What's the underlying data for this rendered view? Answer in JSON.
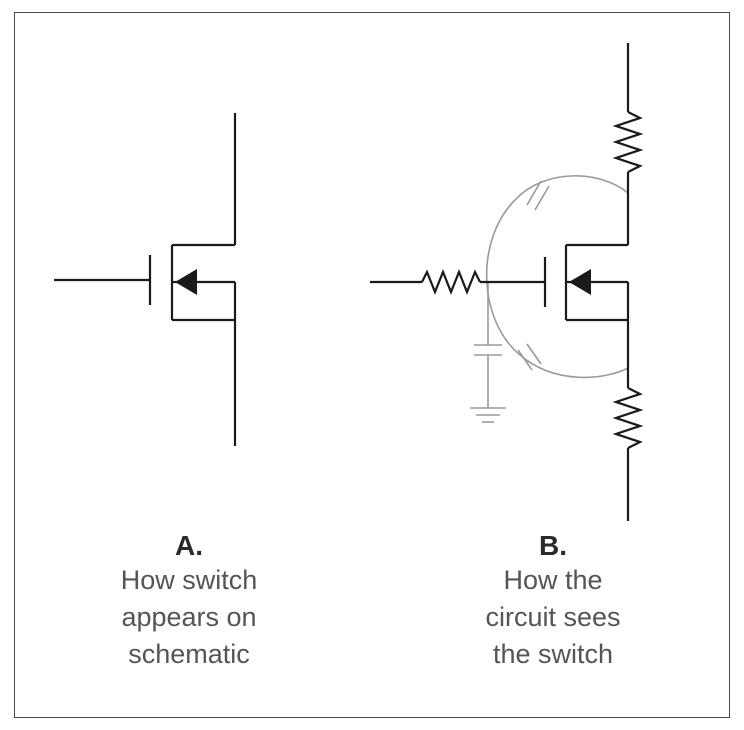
{
  "panel_a": {
    "letter": "A.",
    "caption_lines": [
      "How switch",
      "appears on",
      "schematic"
    ]
  },
  "panel_b": {
    "letter": "B.",
    "caption_lines": [
      "How the",
      "circuit sees",
      "the switch"
    ]
  },
  "colors": {
    "main_line": "#1a1a1a",
    "parasitic_line": "#9a9a9a",
    "caption_text": "#555555"
  }
}
